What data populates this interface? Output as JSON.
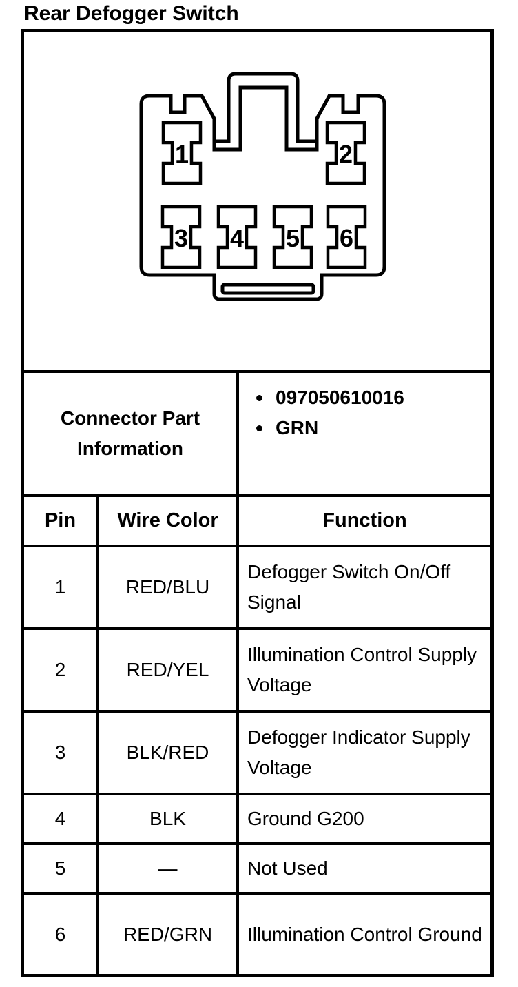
{
  "page": {
    "title": "Rear Defogger Switch"
  },
  "colors": {
    "ink": "#000000",
    "paper": "#ffffff"
  },
  "connector": {
    "description": "6-cavity connector front view",
    "pin_labels": [
      "1",
      "2",
      "3",
      "4",
      "5",
      "6"
    ]
  },
  "part_info": {
    "label_line1": "Connector Part",
    "label_line2": "Information",
    "items": [
      "097050610016",
      "GRN"
    ]
  },
  "table": {
    "headers": [
      "Pin",
      "Wire Color",
      "Function"
    ],
    "rows": [
      {
        "pin": "1",
        "wire_color": "RED/BLU",
        "function": "Defogger Switch On/Off Signal"
      },
      {
        "pin": "2",
        "wire_color": "RED/YEL",
        "function": "Illumination Control Supply Voltage"
      },
      {
        "pin": "3",
        "wire_color": "BLK/RED",
        "function": "Defogger Indicator Supply Voltage"
      },
      {
        "pin": "4",
        "wire_color": "BLK",
        "function": "Ground G200"
      },
      {
        "pin": "5",
        "wire_color": "—",
        "function": "Not Used"
      },
      {
        "pin": "6",
        "wire_color": "RED/GRN",
        "function": "Illumination Control Ground"
      }
    ]
  }
}
